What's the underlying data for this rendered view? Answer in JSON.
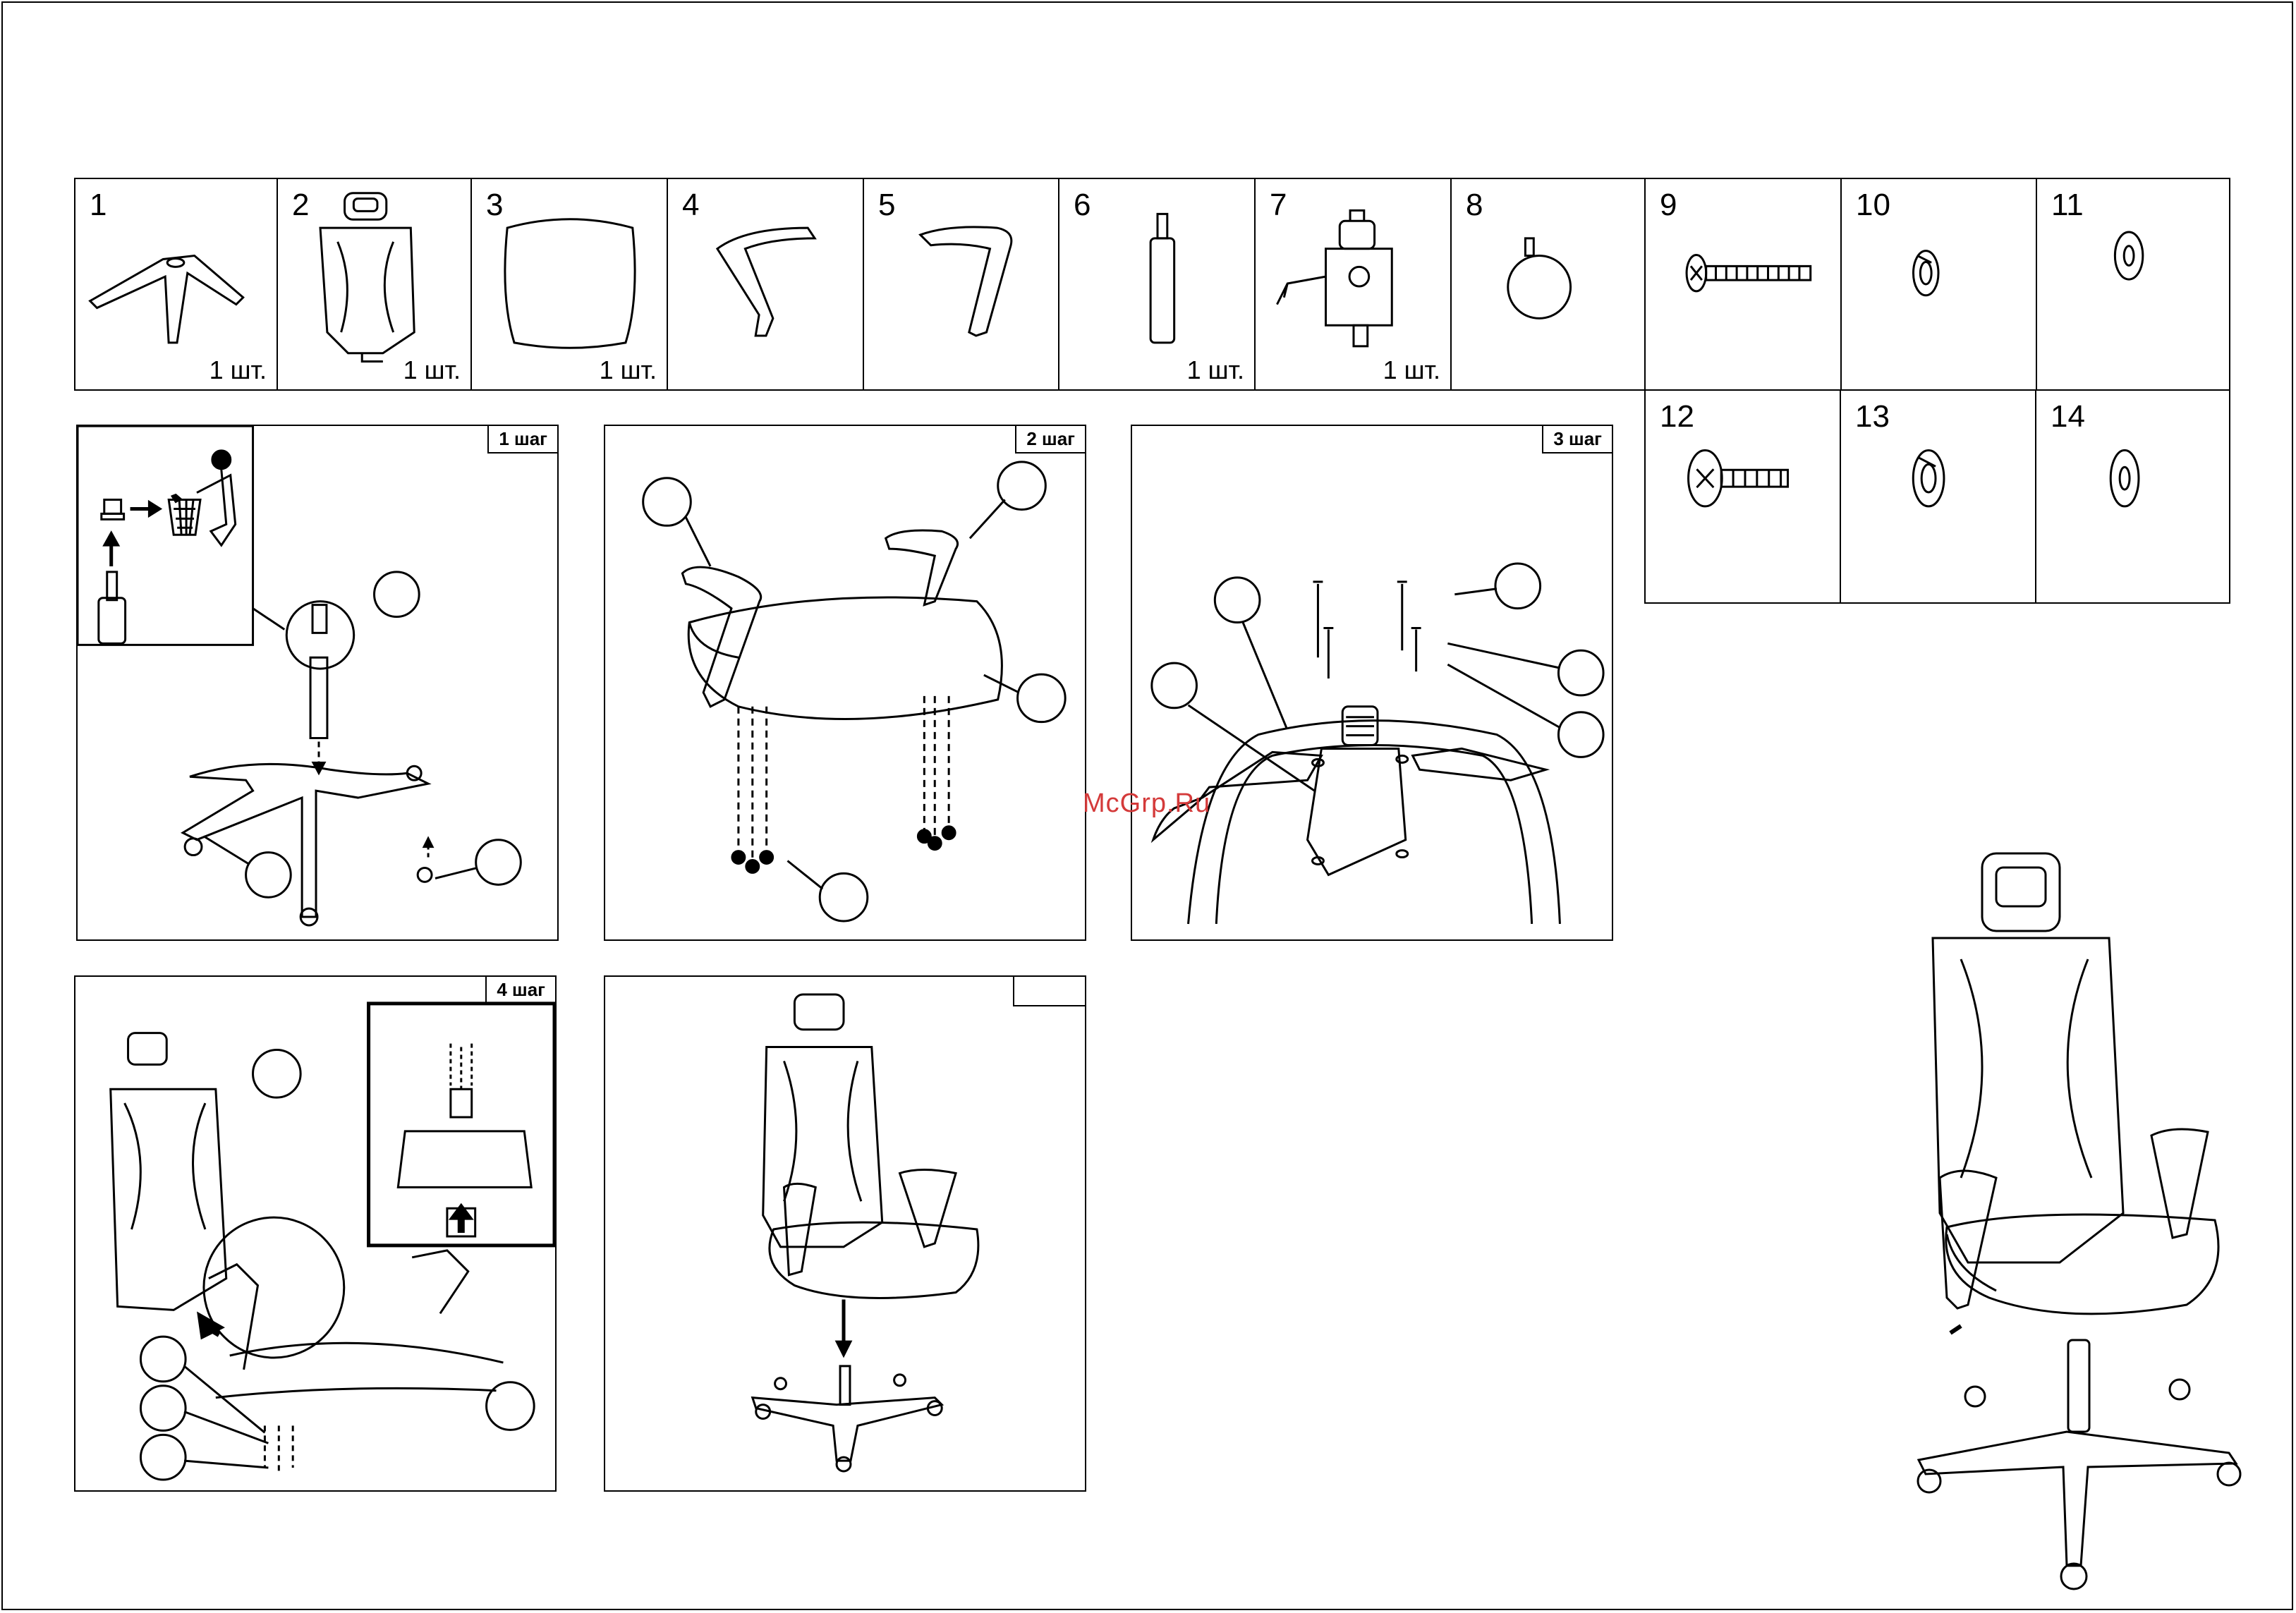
{
  "parts": [
    {
      "number": "1",
      "qty": "1 шт.",
      "icon": "star-base-icon"
    },
    {
      "number": "2",
      "qty": "1 шт.",
      "icon": "mesh-backrest-icon"
    },
    {
      "number": "3",
      "qty": "1 шт.",
      "icon": "seat-cushion-icon"
    },
    {
      "number": "4",
      "qty": "",
      "icon": "armrest-left-icon"
    },
    {
      "number": "5",
      "qty": "",
      "icon": "armrest-right-icon"
    },
    {
      "number": "6",
      "qty": "1 шт.",
      "icon": "gas-cylinder-icon"
    },
    {
      "number": "7",
      "qty": "1 шт.",
      "icon": "tilt-mechanism-icon"
    },
    {
      "number": "8",
      "qty": "",
      "icon": "caster-wheel-icon"
    },
    {
      "number": "9",
      "qty": "",
      "icon": "long-bolt-icon"
    },
    {
      "number": "10",
      "qty": "",
      "icon": "spring-washer-icon"
    },
    {
      "number": "11",
      "qty": "",
      "icon": "flat-washer-icon"
    },
    {
      "number": "12",
      "qty": "",
      "icon": "short-bolt-icon"
    },
    {
      "number": "13",
      "qty": "",
      "icon": "spring-washer-icon"
    },
    {
      "number": "14",
      "qty": "",
      "icon": "flat-washer-icon"
    }
  ],
  "steps": [
    {
      "label": "1 шаг"
    },
    {
      "label": "2 шаг"
    },
    {
      "label": "3 шаг"
    },
    {
      "label": "4 шаг"
    },
    {
      "label": ""
    }
  ],
  "watermark": "McGrp.Ru",
  "colors": {
    "line": "#000000",
    "watermark": "#d43a3a",
    "background": "#ffffff"
  }
}
